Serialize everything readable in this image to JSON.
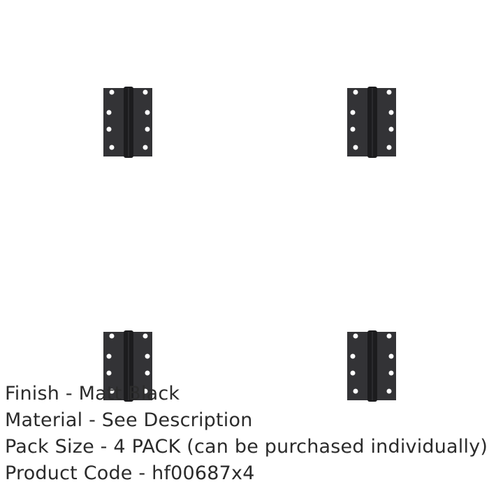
{
  "product": {
    "images": [
      {
        "icon": "hinge-icon",
        "color": "#2e2e30"
      },
      {
        "icon": "hinge-icon",
        "color": "#2e2e30"
      },
      {
        "icon": "hinge-icon",
        "color": "#2e2e30"
      },
      {
        "icon": "hinge-icon",
        "color": "#2e2e30"
      }
    ],
    "specs": [
      "Finish - Matt Black",
      "Material - See Description",
      "Pack Size - 4 PACK (can be purchased individually)",
      "Product Code - hf00687x4"
    ]
  }
}
